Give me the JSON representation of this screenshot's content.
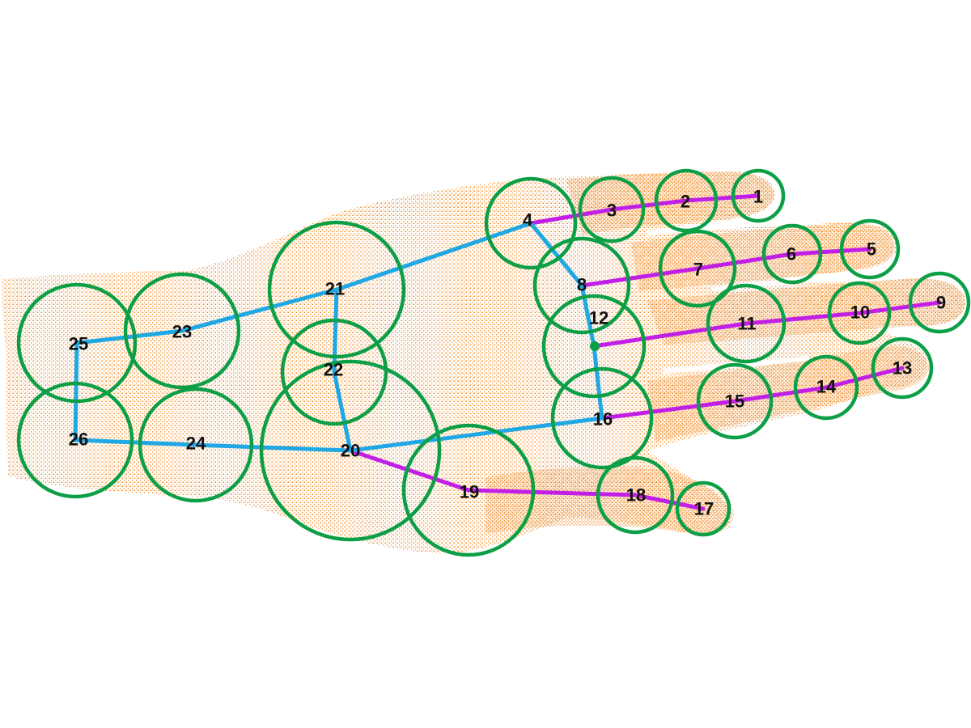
{
  "colors": {
    "point_cloud": "#f08a24",
    "point_cloud_light": "#f7b56e",
    "sphere": "#0d9f46",
    "palm_link": "#1fa8e3",
    "finger_link": "#c21fe6",
    "label": "#111111",
    "background": "#ffffff"
  },
  "nodes": [
    {
      "id": 1,
      "label": "1"
    },
    {
      "id": 2,
      "label": "2"
    },
    {
      "id": 3,
      "label": "3"
    },
    {
      "id": 4,
      "label": "4"
    },
    {
      "id": 5,
      "label": "5"
    },
    {
      "id": 6,
      "label": "6"
    },
    {
      "id": 7,
      "label": "7"
    },
    {
      "id": 8,
      "label": "8"
    },
    {
      "id": 9,
      "label": "9"
    },
    {
      "id": 10,
      "label": "10"
    },
    {
      "id": 11,
      "label": "11"
    },
    {
      "id": 12,
      "label": "12"
    },
    {
      "id": 13,
      "label": "13"
    },
    {
      "id": 14,
      "label": "14"
    },
    {
      "id": 15,
      "label": "15"
    },
    {
      "id": 16,
      "label": "16"
    },
    {
      "id": 17,
      "label": "17"
    },
    {
      "id": 18,
      "label": "18"
    },
    {
      "id": 19,
      "label": "19"
    },
    {
      "id": 20,
      "label": "20"
    },
    {
      "id": 21,
      "label": "21"
    },
    {
      "id": 22,
      "label": "22"
    },
    {
      "id": 23,
      "label": "23"
    },
    {
      "id": 24,
      "label": "24"
    },
    {
      "id": 25,
      "label": "25"
    },
    {
      "id": 26,
      "label": "26"
    }
  ],
  "edges": [
    {
      "from": 1,
      "to": 2,
      "kind": "finger"
    },
    {
      "from": 2,
      "to": 3,
      "kind": "finger"
    },
    {
      "from": 3,
      "to": 4,
      "kind": "finger"
    },
    {
      "from": 5,
      "to": 6,
      "kind": "finger"
    },
    {
      "from": 6,
      "to": 7,
      "kind": "finger"
    },
    {
      "from": 7,
      "to": 8,
      "kind": "finger"
    },
    {
      "from": 9,
      "to": 10,
      "kind": "finger"
    },
    {
      "from": 10,
      "to": 11,
      "kind": "finger"
    },
    {
      "from": 11,
      "to": 12,
      "kind": "finger"
    },
    {
      "from": 13,
      "to": 14,
      "kind": "finger"
    },
    {
      "from": 14,
      "to": 15,
      "kind": "finger"
    },
    {
      "from": 15,
      "to": 16,
      "kind": "finger"
    },
    {
      "from": 17,
      "to": 18,
      "kind": "finger"
    },
    {
      "from": 18,
      "to": 19,
      "kind": "finger"
    },
    {
      "from": 19,
      "to": 20,
      "kind": "finger"
    },
    {
      "from": 4,
      "to": 8,
      "kind": "palm"
    },
    {
      "from": 8,
      "to": 12,
      "kind": "palm"
    },
    {
      "from": 12,
      "to": 16,
      "kind": "palm"
    },
    {
      "from": 4,
      "to": 21,
      "kind": "palm"
    },
    {
      "from": 16,
      "to": 20,
      "kind": "palm"
    },
    {
      "from": 21,
      "to": 22,
      "kind": "palm"
    },
    {
      "from": 22,
      "to": 20,
      "kind": "palm"
    },
    {
      "from": 21,
      "to": 23,
      "kind": "palm"
    },
    {
      "from": 23,
      "to": 25,
      "kind": "palm"
    },
    {
      "from": 25,
      "to": 26,
      "kind": "palm"
    },
    {
      "from": 26,
      "to": 24,
      "kind": "palm"
    },
    {
      "from": 24,
      "to": 20,
      "kind": "palm"
    }
  ]
}
